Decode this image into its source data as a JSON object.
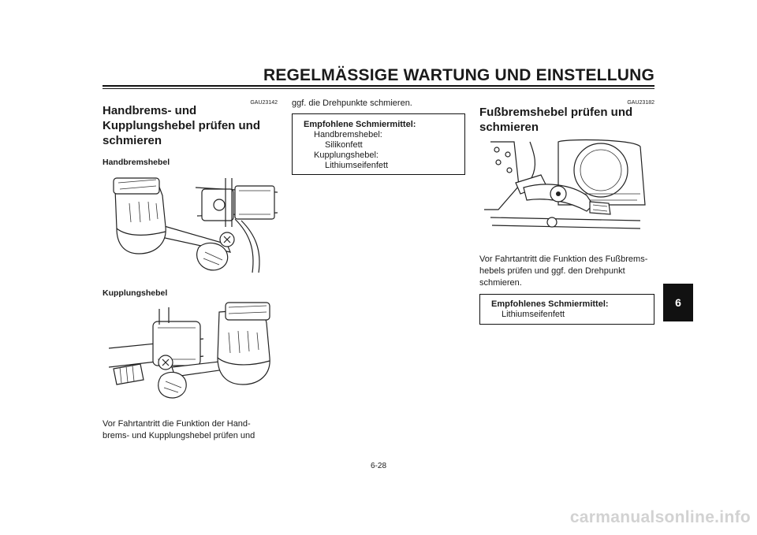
{
  "header": {
    "title": "REGELMÄSSIGE WARTUNG UND EINSTELLUNG"
  },
  "section_left": {
    "code": "GAU23142",
    "heading_lines": [
      "Handbrems- und",
      "Kupplungshebel prüfen und",
      "schmieren"
    ],
    "sub1": "Handbremshebel",
    "sub2": "Kupplungshebel",
    "body_lines": [
      "Vor Fahrtantritt die Funktion der Hand-",
      "brems- und Kupplungshebel prüfen und"
    ]
  },
  "section_middle": {
    "continuation": "ggf. die Drehpunkte schmieren.",
    "box": {
      "title": "Empfohlene Schmiermittel:",
      "label1": "Handbremshebel:",
      "value1": "Silikonfett",
      "label2": "Kupplungshebel:",
      "value2": "Lithiumseifenfett"
    }
  },
  "section_right": {
    "code": "GAU23182",
    "heading_lines": [
      "Fußbremshebel prüfen und",
      "schmieren"
    ],
    "body_lines": [
      "Vor Fahrtantritt die Funktion des Fußbrems-",
      "hebels prüfen und ggf. den Drehpunkt",
      "schmieren."
    ],
    "box": {
      "title": "Empfohlenes Schmiermittel:",
      "value": "Lithiumseifenfett"
    }
  },
  "chapter_tab": "6",
  "footer": {
    "page_number": "6-28",
    "watermark": "carmanualsonline.info"
  }
}
